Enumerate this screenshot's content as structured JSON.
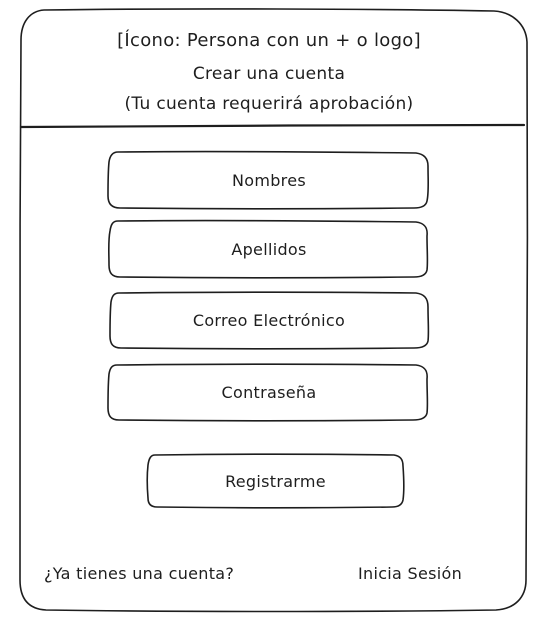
{
  "header": {
    "icon_placeholder": "[Ícono: Persona con un + o logo]",
    "title": "Crear una cuenta",
    "subtitle": "(Tu cuenta requerirá aprobación)"
  },
  "form": {
    "first_name_placeholder": "Nombres",
    "last_name_placeholder": "Apellidos",
    "email_placeholder": "Correo Electrónico",
    "password_placeholder": "Contraseña",
    "register_label": "Registrarme"
  },
  "footer": {
    "has_account_text": "¿Ya tienes una cuenta?",
    "login_link": "Inicia Sesión"
  },
  "colors": {
    "stroke": "#1e1e1e",
    "background": "#ffffff"
  }
}
